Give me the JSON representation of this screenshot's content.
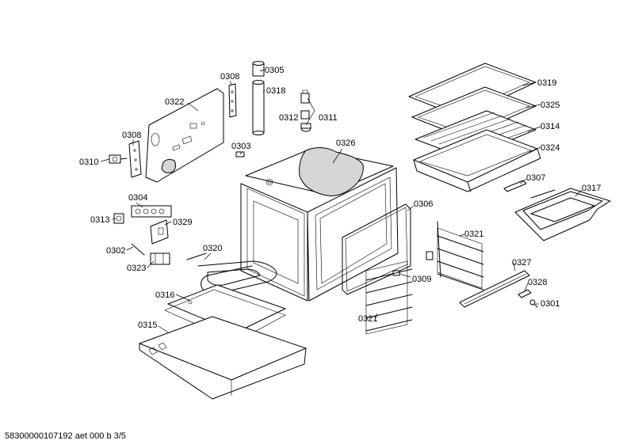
{
  "labels": {
    "p0305": "0305",
    "p0308a": "0308",
    "p0318": "0318",
    "p0322": "0322",
    "p0312": "0312",
    "p0311": "0311",
    "p0308b": "0308",
    "p0303": "0303",
    "p0326": "0326",
    "p0310": "0310",
    "p0304": "0304",
    "p0313": "0313",
    "p0329": "0329",
    "p0302": "0302",
    "p0323": "0323",
    "p0320": "0320",
    "p0316": "0316",
    "p0315": "0315",
    "p0306": "0306",
    "p0309": "0309",
    "p0321a": "0321",
    "p0321b": "0321",
    "p0319": "0319",
    "p0325": "0325",
    "p0314": "0314",
    "p0324": "0324",
    "p0307": "0307",
    "p0317": "0317",
    "p0327": "0327",
    "p0328": "0328",
    "p0301": "0301"
  },
  "footer": "58300000107192 aet 000 b 3/5"
}
